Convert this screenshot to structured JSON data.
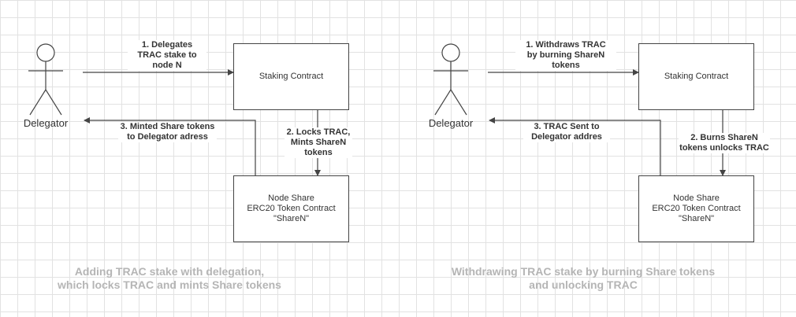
{
  "left": {
    "actor_label": "Delegator",
    "staking_box": [
      "Staking Contract"
    ],
    "share_box": [
      "Node Share",
      "ERC20 Token Contract",
      "\"ShareN\""
    ],
    "label_top": [
      "1. Delegates",
      "TRAC stake to",
      "node N"
    ],
    "label_bottom": [
      "3. Minted Share tokens",
      "to Delegator adress"
    ],
    "label_vertical": [
      "2. Locks TRAC,",
      "Mints ShareN",
      "tokens"
    ],
    "caption": [
      "Adding TRAC stake with delegation,",
      "which locks TRAC and mints Share tokens"
    ]
  },
  "right": {
    "actor_label": "Delegator",
    "staking_box": [
      "Staking Contract"
    ],
    "share_box": [
      "Node Share",
      "ERC20 Token Contract",
      "\"ShareN\""
    ],
    "label_top": [
      "1. Withdraws TRAC",
      "by burning ShareN",
      "tokens"
    ],
    "label_bottom": [
      "3. TRAC Sent to",
      "Delegator addres"
    ],
    "label_vertical": [
      "2. Burns ShareN",
      "tokens unlocks TRAC"
    ],
    "caption": [
      "Withdrawing TRAC stake by burning Share tokens",
      "and unlocking TRAC"
    ]
  },
  "colors": {
    "line": "#444444",
    "grid": "#e2e2e2",
    "caption": "#b5b5b5",
    "text": "#333333"
  }
}
